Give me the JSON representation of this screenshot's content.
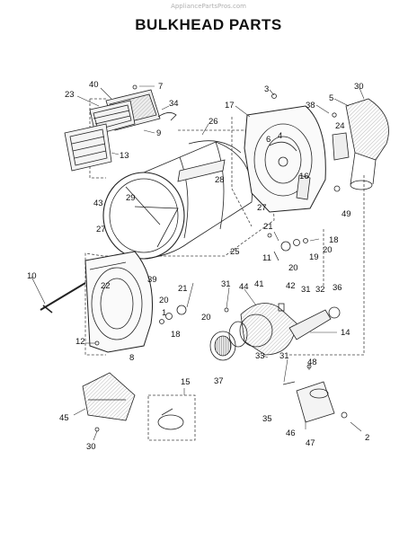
{
  "watermark": "AppliancePartsPros.com",
  "title": "BULKHEAD PARTS",
  "labels": [
    "40",
    "7",
    "23",
    "34",
    "9",
    "13",
    "26",
    "28",
    "29",
    "43",
    "27",
    "27",
    "25",
    "3",
    "17",
    "38",
    "5",
    "30",
    "6",
    "4",
    "24",
    "16",
    "49",
    "21",
    "18",
    "20",
    "19",
    "11",
    "20",
    "10",
    "22",
    "39",
    "31",
    "44",
    "41",
    "42",
    "31",
    "32",
    "36",
    "20",
    "21",
    "1",
    "20",
    "18",
    "14",
    "12",
    "8",
    "33",
    "37",
    "31",
    "48",
    "15",
    "35",
    "46",
    "47",
    "2",
    "45",
    "30"
  ]
}
